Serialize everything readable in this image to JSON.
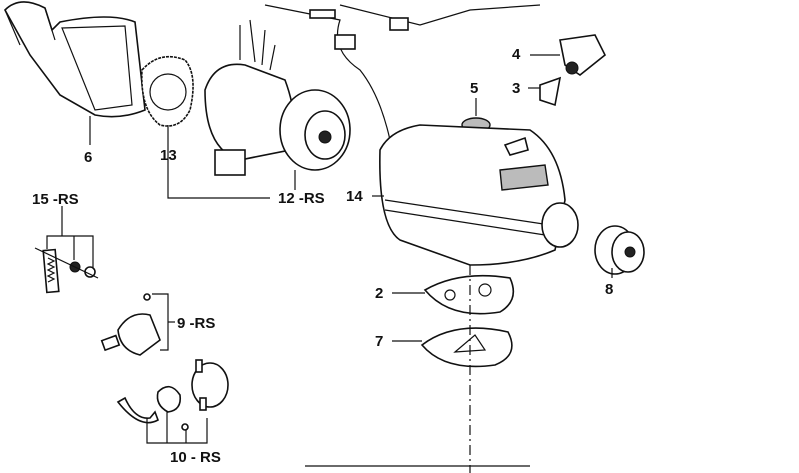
{
  "diagram": {
    "title": "Heater parts exploded diagram",
    "callouts": {
      "p2": "2",
      "p3": "3",
      "p4": "4",
      "p5": "5",
      "p6": "6",
      "p7": "7",
      "p8": "8",
      "p9": "9 -RS",
      "p10": "10 - RS",
      "p12": "12 -RS",
      "p13": "13",
      "p14": "14",
      "p15": "15 -RS"
    }
  }
}
